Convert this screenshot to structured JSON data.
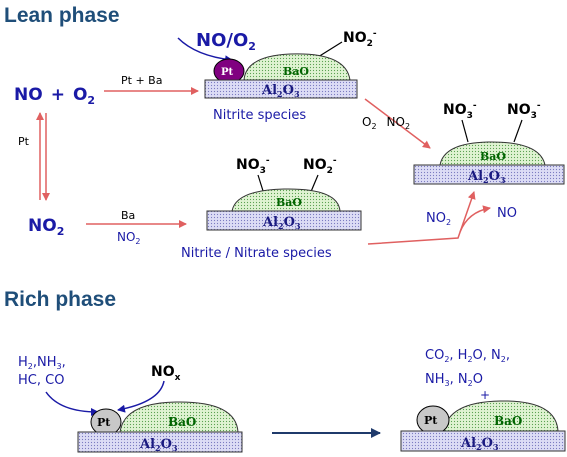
{
  "headers": {
    "lean": "Lean phase",
    "rich": "Rich phase"
  },
  "colors": {
    "header": "#1f4e79",
    "blue_text": "#1a1aa6",
    "red_arrow": "#e06060",
    "support_fill": "#d9d9f2",
    "bao_fill": "#d6f0c8",
    "bao_text": "#006400",
    "pt_lean_fill": "#800080",
    "pt_rich_fill": "#c8c8c8",
    "nav_arrow": "#1f3a6b"
  },
  "lean": {
    "reactants": {
      "no": "NO",
      "plus": "+",
      "o2_base": "O",
      "o2_sub": "2"
    },
    "arrow_pt_ba": "Pt + Ba",
    "arrow_pt_vertical": "Pt",
    "no2": {
      "base": "NO",
      "sub": "2"
    },
    "arrow_ba": "Ba",
    "arrow_ba_no2": {
      "base": "NO",
      "sub": "2"
    },
    "top_catalyst": {
      "gas": {
        "a": "NO/O",
        "sub": "2"
      },
      "product": {
        "base": "NO",
        "sub": "2",
        "sup": "-"
      },
      "pt": "Pt",
      "bao": "BaO",
      "support": {
        "a": "Al",
        "s1": "2",
        "b": "O",
        "s2": "3"
      },
      "caption": "Nitrite species"
    },
    "mid_catalyst": {
      "label1": {
        "base": "NO",
        "sub": "3",
        "sup": "-"
      },
      "label2": {
        "base": "NO",
        "sub": "2",
        "sup": "-"
      },
      "bao": "BaO",
      "support": {
        "a": "Al",
        "s1": "2",
        "b": "O",
        "s2": "3"
      },
      "caption": "Nitrite / Nitrate species"
    },
    "right_catalyst": {
      "label1": {
        "base": "NO",
        "sub": "3",
        "sup": "-"
      },
      "label2": {
        "base": "NO",
        "sub": "3",
        "sup": "-"
      },
      "bao": "BaO",
      "support": {
        "a": "Al",
        "s1": "2",
        "b": "O",
        "s2": "3"
      }
    },
    "arrow_o2_no2": {
      "o": "O",
      "osub": "2",
      "n": "NO",
      "nsub": "2"
    },
    "bottom_right": {
      "n": "NO",
      "nsub": "2",
      "no": "NO"
    }
  },
  "rich": {
    "reductants": {
      "line1": {
        "a": "H",
        "s": "2",
        "b": ",NH",
        "s2": "3",
        "c": ","
      },
      "line2": "HC, CO"
    },
    "nox": {
      "base": "NO",
      "sub": "x"
    },
    "left_catalyst": {
      "pt": "Pt",
      "bao": "BaO",
      "support": {
        "a": "Al",
        "s1": "2",
        "b": "O",
        "s2": "3"
      }
    },
    "right_catalyst": {
      "pt": "Pt",
      "bao": "BaO",
      "support": {
        "a": "Al",
        "s1": "2",
        "b": "O",
        "s2": "3"
      }
    },
    "products": {
      "line1": {
        "a": "CO",
        "s1": "2",
        "b": ", H",
        "s2": "2",
        "c": "O, N",
        "s3": "2",
        "d": ","
      },
      "line2": {
        "a": "NH",
        "s1": "3",
        "b": ", N",
        "s2": "2",
        "c": "O"
      },
      "plus": "+"
    }
  }
}
